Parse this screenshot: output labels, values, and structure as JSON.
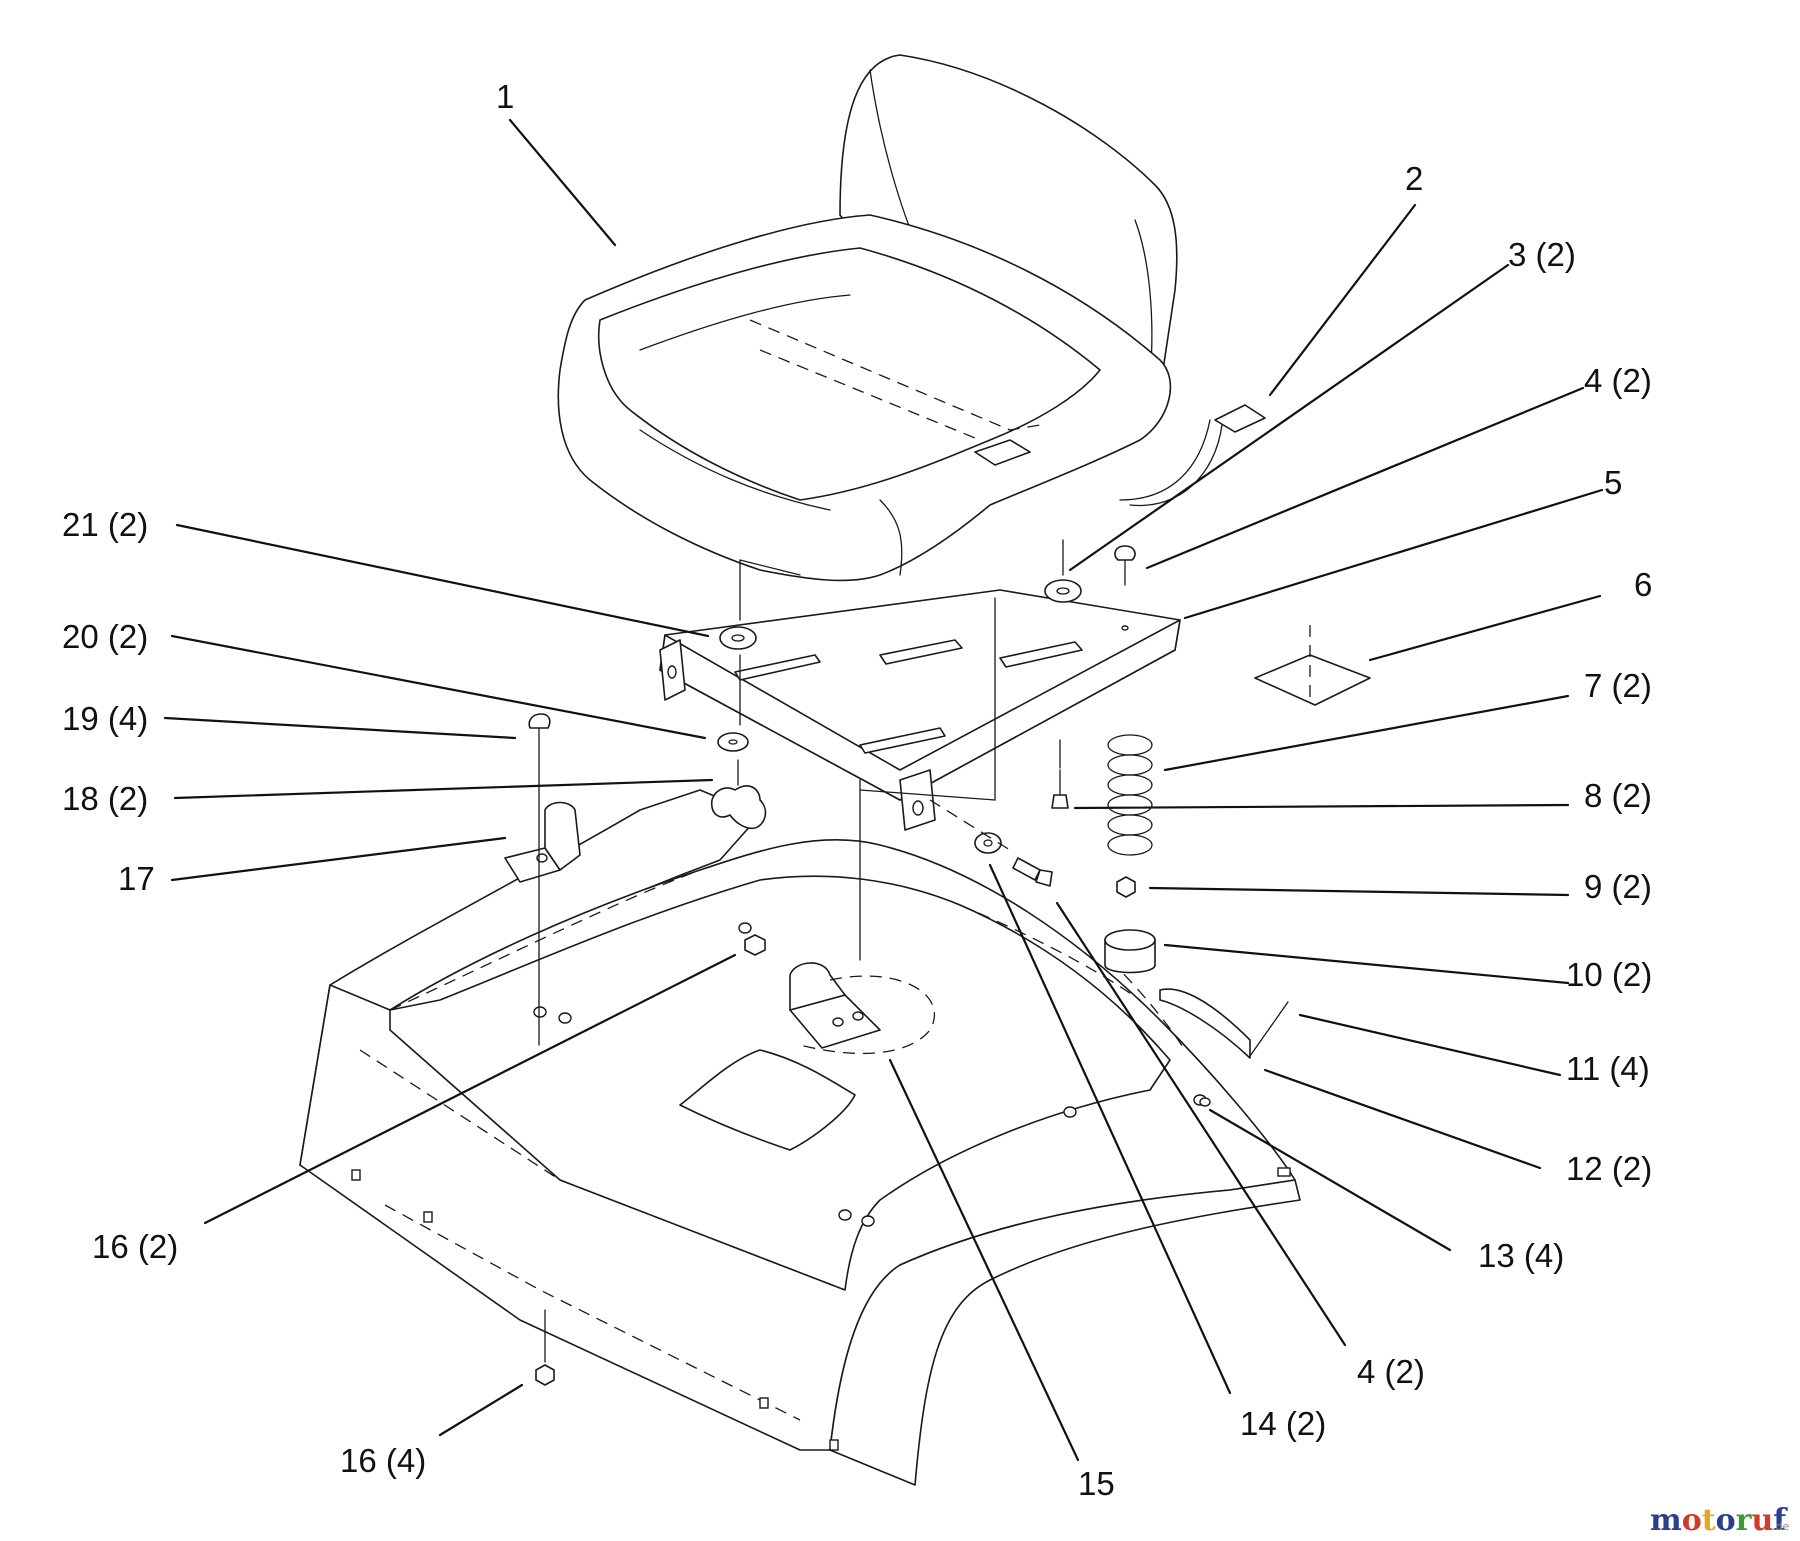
{
  "labels": {
    "l1": "1",
    "l2": "2",
    "l3": "3 (2)",
    "l4a": "4 (2)",
    "l5": "5",
    "l6": "6",
    "l7": "7 (2)",
    "l8": "8 (2)",
    "l9": "9 (2)",
    "l10": "10 (2)",
    "l11": "11 (4)",
    "l12": "12 (2)",
    "l13": "13 (4)",
    "l4b": "4 (2)",
    "l14": "14 (2)",
    "l15": "15",
    "l16a": "16 (2)",
    "l16b": "16 (4)",
    "l17": "17",
    "l18": "18 (2)",
    "l19": "19 (4)",
    "l20": "20 (2)",
    "l21": "21 (2)"
  },
  "watermark": {
    "letters": [
      "m",
      "o",
      "t",
      "o",
      "r",
      "u",
      "f"
    ],
    "letter_colors": [
      "#2b3f8f",
      "#d23a2a",
      "#e2a81c",
      "#2b3f8f",
      "#3d9a3a",
      "#d23a2a",
      "#2b3f8f"
    ],
    "suffix": ".de"
  }
}
